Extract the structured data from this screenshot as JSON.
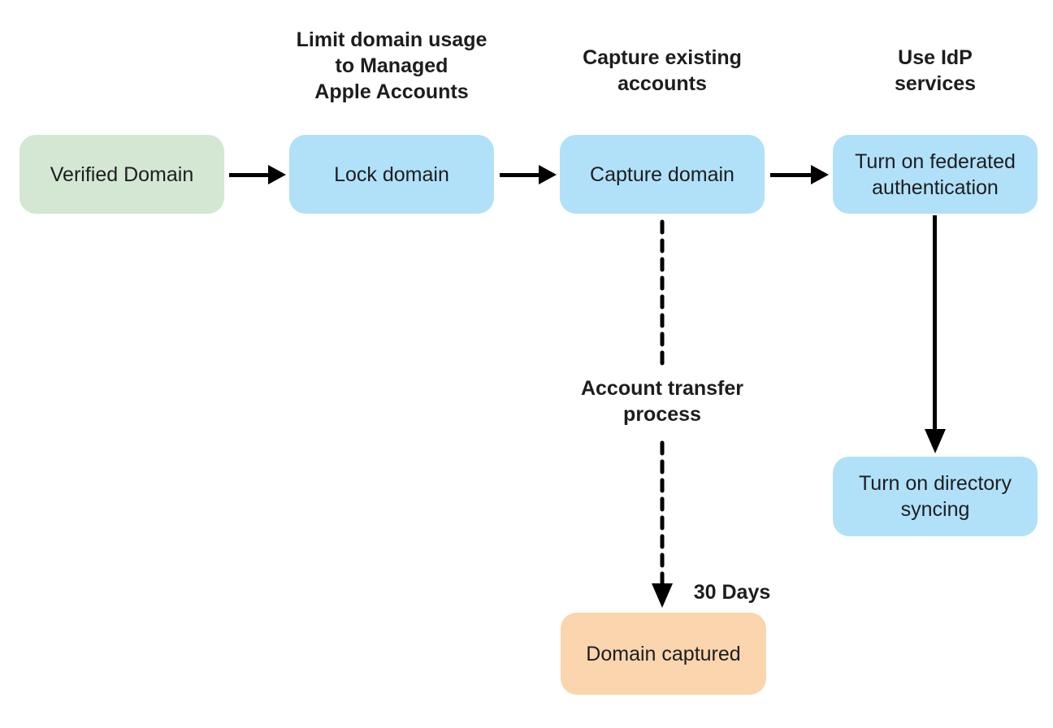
{
  "colors": {
    "green": "#d3e7d3",
    "blue": "#b0e1f8",
    "orange": "#fad5ad",
    "arrow": "#000000",
    "text": "#1d1d1f",
    "background": "#ffffff"
  },
  "nodes": [
    {
      "id": "verified-domain",
      "label": "Verified Domain"
    },
    {
      "id": "lock-domain",
      "label": "Lock domain"
    },
    {
      "id": "capture-domain",
      "label": "Capture domain"
    },
    {
      "id": "federated-auth",
      "label": "Turn on federated\nauthentication"
    },
    {
      "id": "directory-syncing",
      "label": "Turn on directory\nsyncing"
    },
    {
      "id": "domain-captured",
      "label": "Domain captured"
    }
  ],
  "annotations": {
    "limit_domain_usage": "Limit domain usage\nto Managed\nApple Accounts",
    "capture_existing": "Capture existing\naccounts",
    "use_idp": "Use IdP\nservices",
    "account_transfer": "Account transfer\nprocess",
    "thirty_days": "30 Days"
  }
}
